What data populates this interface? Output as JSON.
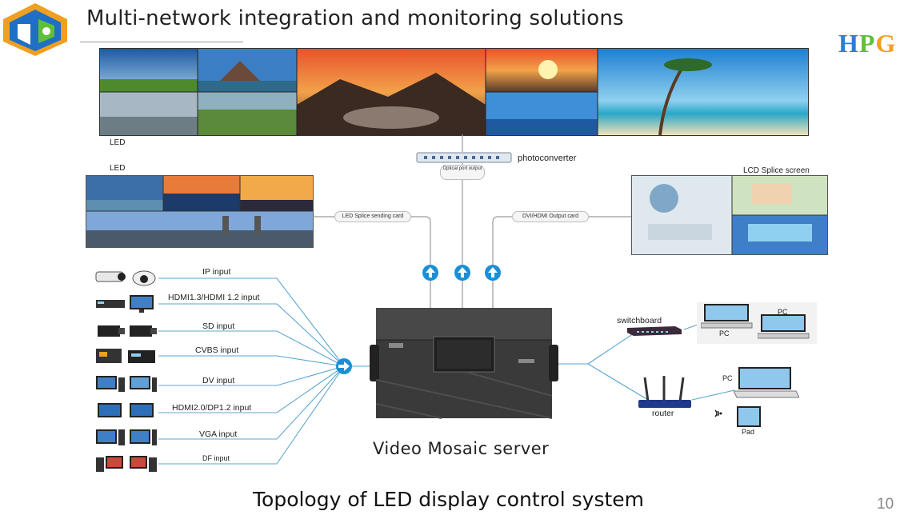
{
  "header": {
    "title": "Multi-network integration and monitoring solutions",
    "brand": {
      "h": "H",
      "p": "P",
      "g": "G"
    }
  },
  "colors": {
    "line": "#5ba6d0",
    "arrow": "#1b8fd6",
    "hpg_h": "#2a7fd4",
    "hpg_p": "#5fbf3a",
    "hpg_g": "#f0a020"
  },
  "diagram": {
    "led_top_label": "LED",
    "led_left_label": "LED",
    "lcd_label": "LCD Splice screen",
    "photoconverter": "photoconverter",
    "optical_port": "Optical port output",
    "led_card": "LED Splice sending card",
    "dvi_card": "DVI/HDMI Output card",
    "inputs": [
      "IP input",
      "HDMI1.3/HDMI 1.2 input",
      "SD input",
      "CVBS input",
      "DV input",
      "HDMI2.0/DP1.2 input",
      "VGA input",
      "DF input"
    ],
    "switchboard": "switchboard",
    "router": "router",
    "pc1": "PC",
    "pc2": "PC",
    "pc3": "PC",
    "pad": "Pad",
    "server_caption": "Video Mosaic server",
    "footer": "Topology of LED display control system",
    "page_number": "10"
  }
}
